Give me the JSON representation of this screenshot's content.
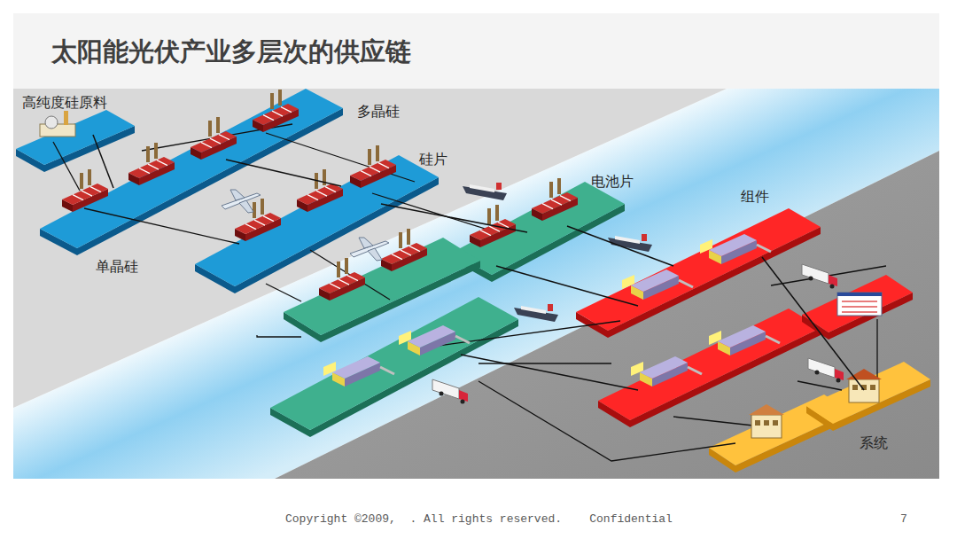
{
  "diagram": {
    "title": "太阳能光伏产业多层次的供应链",
    "nodes": [
      {
        "text": [
          "高纯度硅原料"
        ]
      },
      {
        "text": [
          "多晶硅",
          "单晶硅"
        ]
      },
      {
        "text": [
          "硅片"
        ]
      },
      {
        "text": [
          "电池片"
        ]
      },
      {
        "text": [
          "组件"
        ]
      },
      {
        "text": [
          "系统"
        ]
      }
    ],
    "edges": [
      {
        "from": 0,
        "to": 1,
        "arrow": "none"
      },
      {
        "from": 1,
        "to": 2,
        "arrow": "none"
      },
      {
        "from": 2,
        "to": 3,
        "arrow": "none"
      },
      {
        "from": 3,
        "to": 4,
        "arrow": "none"
      },
      {
        "from": 4,
        "to": 5,
        "arrow": "none"
      }
    ],
    "labels": [
      "Copyright ©2009,  . All rights reserved.    Confidential",
      "7"
    ]
  }
}
